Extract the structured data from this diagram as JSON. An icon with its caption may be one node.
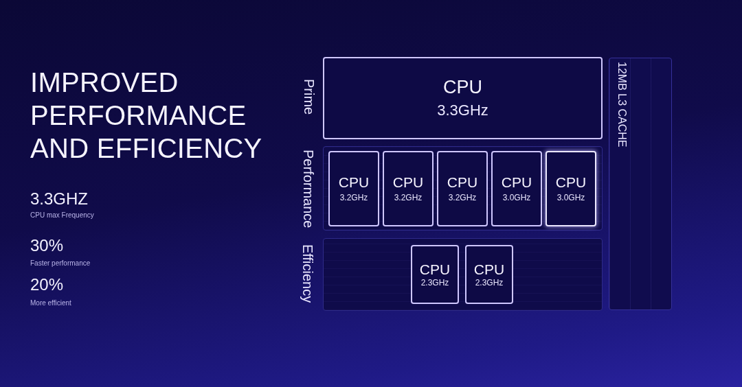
{
  "diagram": {
    "title": "IMPROVED PERFORMANCE AND EFFICIENCY",
    "nodes": [
      {
        "text": [
          "CPU",
          "3.3GHz"
        ],
        "beside": [
          "Prime"
        ]
      },
      {
        "text": [
          "Performance"
        ]
      },
      {
        "text": [
          "CPU",
          "3.2GHz"
        ],
        "in": 1
      },
      {
        "text": [
          "CPU",
          "3.2GHz"
        ],
        "in": 1
      },
      {
        "text": [
          "CPU",
          "3.2GHz"
        ],
        "in": 1
      },
      {
        "text": [
          "CPU",
          "3.0GHz"
        ],
        "in": 1
      },
      {
        "text": [
          "CPU",
          "3.0GHz"
        ],
        "in": 1
      },
      {
        "text": [
          "Efficiency"
        ]
      },
      {
        "text": [
          "CPU",
          "2.3GHz"
        ],
        "in": 7
      },
      {
        "text": [
          "CPU",
          "2.3GHz"
        ],
        "in": 7
      },
      {
        "text": [
          "12MB L3 CACHE"
        ]
      }
    ],
    "labels": [
      "3.3GHZ",
      "CPU max Frequency",
      "30%",
      "Faster performance",
      "20%",
      "More efficient"
    ]
  }
}
